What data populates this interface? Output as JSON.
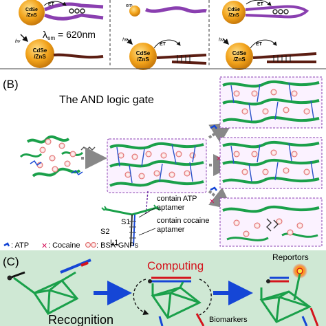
{
  "panel_a": {
    "qd_label": "CdSe\n/ZnS",
    "qd_label_line1": "CdSe",
    "qd_label_line2": "/ZnS",
    "hv": "hν",
    "et": "ET",
    "em": "em",
    "lambda_em": "λ",
    "lambda_em_sub": "em",
    "lambda_value": " = 620nm"
  },
  "panel_b": {
    "label": "(B)",
    "title": "The AND logic gate",
    "strand_s1": "S1",
    "strand_s2": "S2",
    "strand_l1": "L1",
    "note_atp_line1": "contain ATP",
    "note_atp_line2": "aptamer",
    "note_cocaine_line1": "contain cocaine",
    "note_cocaine_line2": "aptamer",
    "legend_atp": ": ATP",
    "legend_cocaine": ": Cocaine",
    "legend_gnps": ": BSA-GNPs"
  },
  "panel_c": {
    "label": "(C)",
    "computing": "Computing",
    "reporters": "Reportors",
    "recognition": "Recognition",
    "biomarkers": "Biomarkers"
  },
  "colors": {
    "qd_orange": "#f2a31b",
    "panel_c_bg": "#cfe8d4",
    "gel_green": "#1aa04a",
    "arrow_blue": "#1546d6",
    "computing_red": "#d4141c",
    "reporter_yellow": "#ffe23a",
    "purple": "#8a3fb0"
  }
}
